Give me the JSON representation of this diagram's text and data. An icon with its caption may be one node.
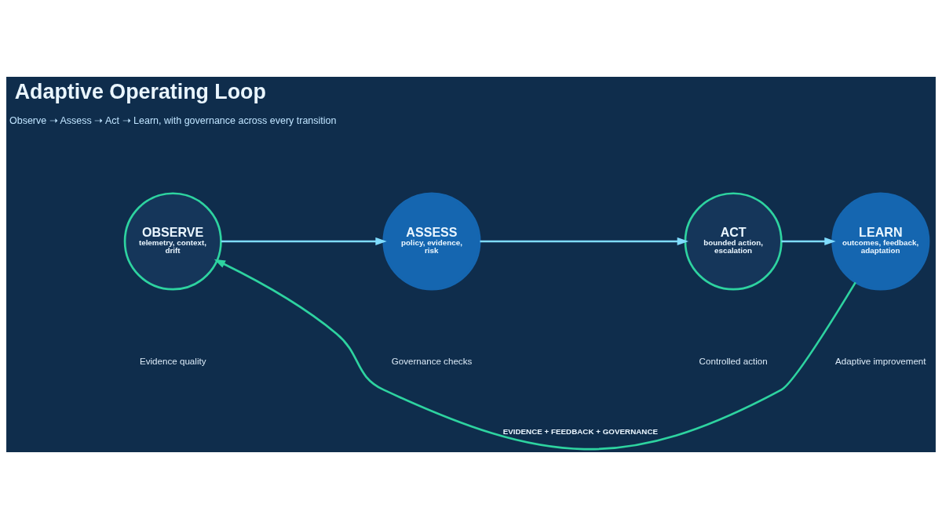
{
  "diagram": {
    "title": "Adaptive Operating Loop",
    "nodes": [
      {
        "text": [
          "OBSERVE",
          "telemetry, context, drift"
        ]
      },
      {
        "text": [
          "ASSESS",
          "policy, evidence, risk"
        ]
      },
      {
        "text": [
          "ACT",
          "bounded action, escalation"
        ]
      },
      {
        "text": [
          "LEARN",
          "outcomes, feedback, adaptation"
        ]
      }
    ],
    "edges": [
      {
        "from": 0,
        "to": 1,
        "arrow": "to"
      },
      {
        "from": 1,
        "to": 2,
        "arrow": "to"
      },
      {
        "from": 2,
        "to": 3,
        "arrow": "to"
      },
      {
        "from": 3,
        "to": 0,
        "arrow": "to",
        "label": "EVIDENCE + FEEDBACK + GOVERNANCE",
        "color": "#2ed3a0"
      }
    ],
    "labels": [
      "Observe ➝ Assess ➝ Act ➝ Learn, with governance across every transition",
      "Evidence quality",
      "Governance checks",
      "Controlled action",
      "Adaptive improvement"
    ]
  }
}
